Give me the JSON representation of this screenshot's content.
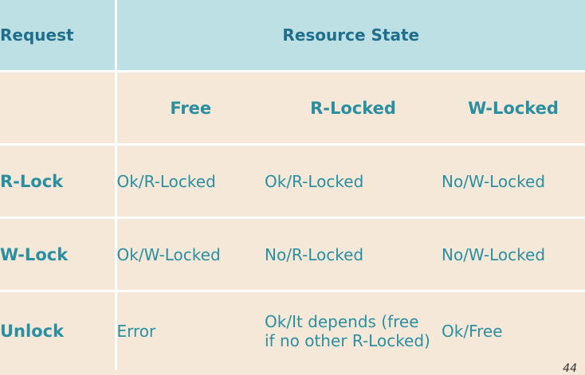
{
  "header": {
    "request": "Request",
    "resource_state": "Resource State"
  },
  "states": [
    "Free",
    "R-Locked",
    "W-Locked"
  ],
  "rows": [
    {
      "request": "R-Lock",
      "cells": [
        "Ok/R-Locked",
        "Ok/R-Locked",
        "No/W-Locked"
      ]
    },
    {
      "request": "W-Lock",
      "cells": [
        "Ok/W-Locked",
        "No/R-Locked",
        "No/W-Locked"
      ]
    },
    {
      "request": "Unlock",
      "cells": [
        "Error",
        "Ok/It depends (free if no other R-Locked)",
        "Ok/Free"
      ]
    }
  ],
  "slide_number": "44"
}
